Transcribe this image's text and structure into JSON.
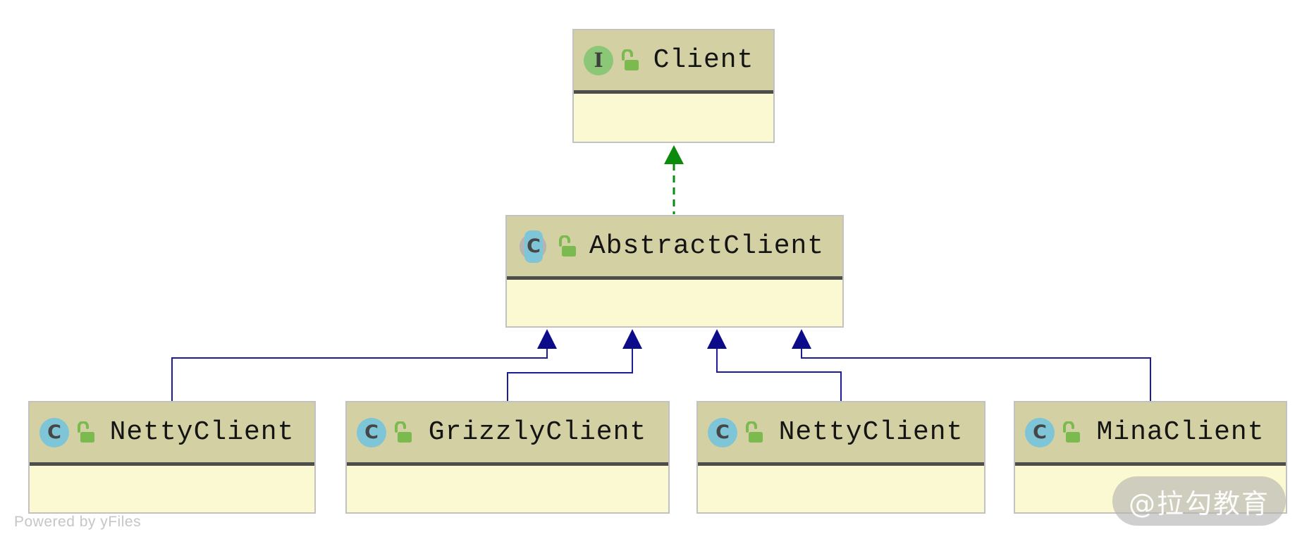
{
  "diagram": {
    "nodes": [
      {
        "id": "client",
        "kind": "interface",
        "badge_letter": "I",
        "label": "Client",
        "access": "public"
      },
      {
        "id": "abstract-client",
        "kind": "abstract-class",
        "badge_letter": "C",
        "label": "AbstractClient",
        "access": "public"
      },
      {
        "id": "netty-client-1",
        "kind": "class",
        "badge_letter": "C",
        "label": "NettyClient",
        "access": "public"
      },
      {
        "id": "grizzly-client",
        "kind": "class",
        "badge_letter": "C",
        "label": "GrizzlyClient",
        "access": "public"
      },
      {
        "id": "netty-client-2",
        "kind": "class",
        "badge_letter": "C",
        "label": "NettyClient",
        "access": "public"
      },
      {
        "id": "mina-client",
        "kind": "class",
        "badge_letter": "C",
        "label": "MinaClient",
        "access": "public"
      }
    ],
    "edges": [
      {
        "from": "AbstractClient",
        "to": "Client",
        "type": "realization",
        "style": "dashed",
        "color": "#0c8a0c"
      },
      {
        "from": "NettyClient",
        "to": "AbstractClient",
        "type": "generalization",
        "style": "solid",
        "color": "#1c1c96"
      },
      {
        "from": "GrizzlyClient",
        "to": "AbstractClient",
        "type": "generalization",
        "style": "solid",
        "color": "#1c1c96"
      },
      {
        "from": "NettyClient",
        "to": "AbstractClient",
        "type": "generalization",
        "style": "solid",
        "color": "#1c1c96"
      },
      {
        "from": "MinaClient",
        "to": "AbstractClient",
        "type": "generalization",
        "style": "solid",
        "color": "#1c1c96"
      }
    ],
    "colors": {
      "node_header_bg": "#d3d1a3",
      "node_body_bg": "#fbf9d1",
      "node_border": "#c2c2c2",
      "node_separator": "#4d4d4b",
      "class_icon_bg": "#7ec5d7",
      "interface_icon_bg": "#8cc677",
      "abstract_icon_ring": "#b4b4b2",
      "lock_icon_green": "#7bba4e",
      "generalization_edge": "#1c1c96",
      "realization_edge": "#0c8a0c"
    }
  },
  "footer": {
    "powered_by": "Powered by yFiles"
  },
  "watermark": {
    "text": "@拉勾教育"
  }
}
